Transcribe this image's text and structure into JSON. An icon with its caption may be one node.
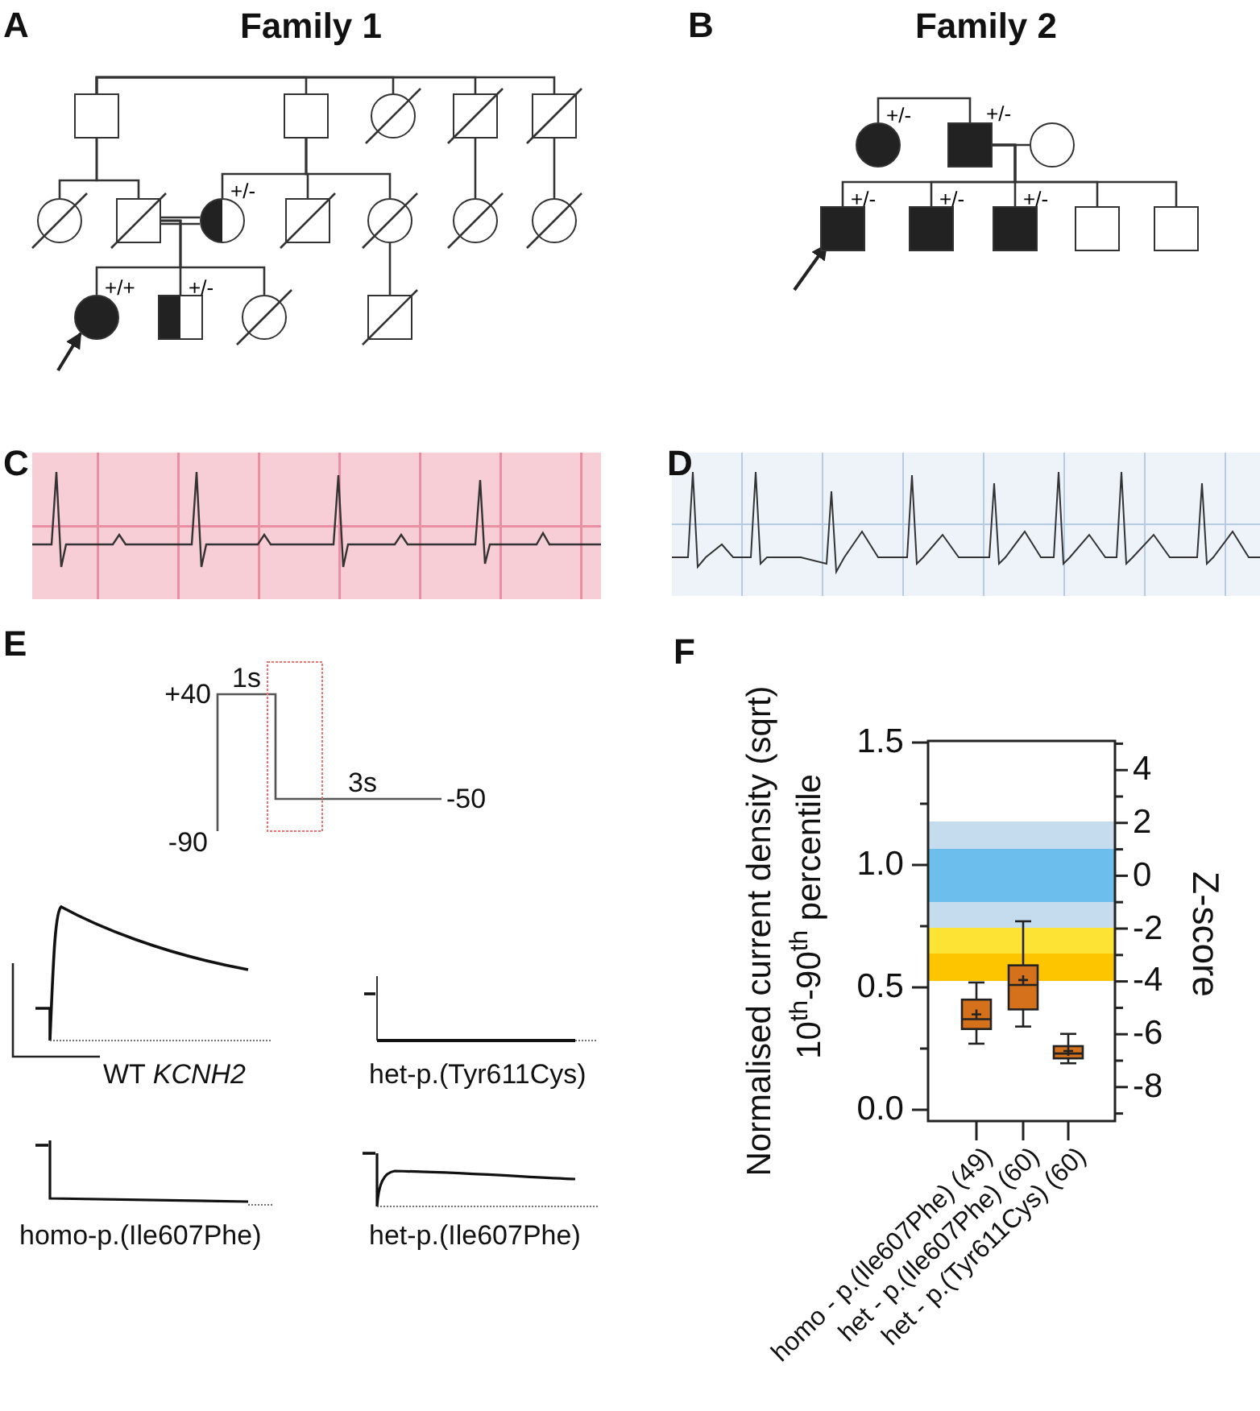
{
  "diagram": {
    "nodes": [
      {
        "text": [],
        "shape": "box"
      },
      {
        "text": [],
        "shape": "box"
      },
      {
        "text": [],
        "shape": "circle"
      },
      {
        "text": [],
        "shape": "box"
      },
      {
        "text": [],
        "shape": "box"
      },
      {
        "text": [],
        "shape": "circle"
      },
      {
        "text": [],
        "shape": "box"
      },
      {
        "text": [],
        "shape": "circle",
        "beside": [
          "+/-"
        ]
      },
      {
        "text": [],
        "shape": "box"
      },
      {
        "text": [],
        "shape": "circle"
      },
      {
        "text": [],
        "shape": "circle"
      },
      {
        "text": [],
        "shape": "circle"
      },
      {
        "text": [],
        "shape": "circle",
        "beside": [
          "+/+"
        ]
      },
      {
        "text": [],
        "shape": "box",
        "beside": [
          "+/-"
        ]
      },
      {
        "text": [],
        "shape": "circle"
      },
      {
        "text": [],
        "shape": "box"
      },
      {
        "text": [],
        "shape": "circle",
        "beside": [
          "+/-"
        ]
      },
      {
        "text": [],
        "shape": "box",
        "beside": [
          "+/-"
        ]
      },
      {
        "text": [],
        "shape": "circle"
      },
      {
        "text": [],
        "shape": "box",
        "beside": [
          "+/-"
        ]
      },
      {
        "text": [],
        "shape": "box",
        "beside": [
          "+/-"
        ]
      },
      {
        "text": [],
        "shape": "box",
        "beside": [
          "+/-"
        ]
      },
      {
        "text": [],
        "shape": "box"
      },
      {
        "text": [],
        "shape": "box"
      }
    ],
    "edges": [
      {
        "from": 0,
        "to": 1,
        "arrow": "none"
      },
      {
        "from": 0,
        "to": 2,
        "arrow": "none"
      },
      {
        "from": 0,
        "to": 3,
        "arrow": "none"
      },
      {
        "from": 0,
        "to": 4,
        "arrow": "none"
      },
      {
        "from": 0,
        "to": 5,
        "arrow": "none"
      },
      {
        "from": 0,
        "to": 6,
        "arrow": "none"
      },
      {
        "from": 1,
        "to": 7,
        "arrow": "none"
      },
      {
        "from": 1,
        "to": 8,
        "arrow": "none"
      },
      {
        "from": 1,
        "to": 9,
        "arrow": "none"
      },
      {
        "from": 3,
        "to": 10,
        "arrow": "none"
      },
      {
        "from": 4,
        "to": 11,
        "arrow": "none"
      },
      {
        "from": 6,
        "to": 7,
        "arrow": "none"
      },
      {
        "from": 6,
        "to": 12,
        "arrow": "none"
      },
      {
        "from": 6,
        "to": 13,
        "arrow": "none"
      },
      {
        "from": 6,
        "to": 14,
        "arrow": "none"
      },
      {
        "from": 9,
        "to": 15,
        "arrow": "none"
      },
      {
        "from": null,
        "to": 12,
        "arrow": "to"
      },
      {
        "from": 16,
        "to": 17,
        "arrow": "none"
      },
      {
        "from": 17,
        "to": 18,
        "arrow": "none"
      },
      {
        "from": 17,
        "to": 19,
        "arrow": "none"
      },
      {
        "from": 17,
        "to": 20,
        "arrow": "none"
      },
      {
        "from": 17,
        "to": 21,
        "arrow": "none"
      },
      {
        "from": 17,
        "to": 22,
        "arrow": "none"
      },
      {
        "from": 17,
        "to": 23,
        "arrow": "none"
      },
      {
        "from": null,
        "to": 19,
        "arrow": "to"
      }
    ],
    "labels": [
      "A",
      "Family 1",
      "B",
      "Family 2",
      "C",
      "D",
      "E",
      "+40",
      "1s",
      "3s",
      "-50",
      "-90",
      "WT *KCNH2*",
      "het-p.(Tyr611Cys)",
      "homo-p.(Ile607Phe)",
      "het-p.(Ile607Phe)",
      "F",
      "Normalised current density (sqrt)",
      "10$^{th}$-90$^{th}$ percentile",
      "1.5",
      "1.0",
      "0.5",
      "0.0",
      "4",
      "2",
      "0",
      "-2",
      "-4",
      "-6",
      "-8",
      "Z-score",
      "homo - p.(Ile607Phe) (49)",
      "het - p.(Ile607Phe) (60)",
      "het - p.(Tyr611Cys) (60)"
    ]
  }
}
